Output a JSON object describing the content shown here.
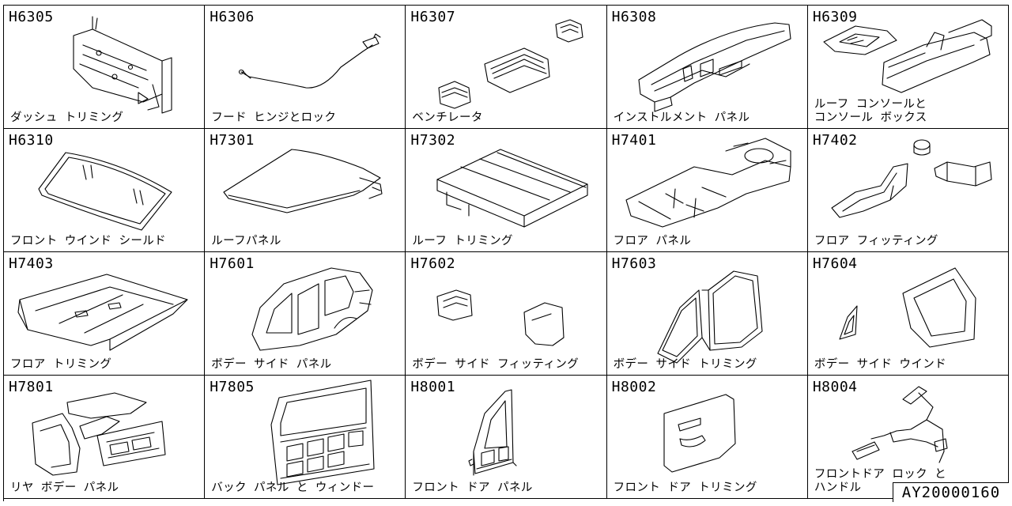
{
  "catalog_id": "AY20000160",
  "cells": [
    {
      "code": "H6305",
      "label": "ダッシュ トリミング",
      "icon": "dash-panel-illustration"
    },
    {
      "code": "H6306",
      "label": "フード ヒンジとロック",
      "icon": "hood-cable-illustration"
    },
    {
      "code": "H6307",
      "label": "ベンチレータ",
      "icon": "ventilator-illustration"
    },
    {
      "code": "H6308",
      "label": "インストルメント パネル",
      "icon": "instrument-panel-illustration"
    },
    {
      "code": "H6309",
      "label": "ルーフ コンソールと\n コンソール ボックス",
      "icon": "console-box-illustration"
    },
    {
      "code": "H6310",
      "label": "フロント ウインド シールド",
      "icon": "windshield-illustration"
    },
    {
      "code": "H7301",
      "label": "ルーフパネル",
      "icon": "roof-panel-illustration"
    },
    {
      "code": "H7302",
      "label": "ルーフ トリミング",
      "icon": "roof-trim-illustration"
    },
    {
      "code": "H7401",
      "label": "フロア パネル",
      "icon": "floor-panel-illustration"
    },
    {
      "code": "H7402",
      "label": "フロア フィッティング",
      "icon": "floor-fitting-illustration"
    },
    {
      "code": "H7403",
      "label": "フロア トリミング",
      "icon": "floor-trim-illustration"
    },
    {
      "code": "H7601",
      "label": "ボデー サイド パネル",
      "icon": "body-side-panel-illustration"
    },
    {
      "code": "H7602",
      "label": "ボデー サイド フィッティング",
      "icon": "body-side-fitting-illustration"
    },
    {
      "code": "H7603",
      "label": "ボデー サイド トリミング",
      "icon": "body-side-trim-illustration"
    },
    {
      "code": "H7604",
      "label": "ボデー サイド ウインド",
      "icon": "body-side-window-illustration"
    },
    {
      "code": "H7801",
      "label": "リヤ ボデー パネル",
      "icon": "rear-body-panel-illustration"
    },
    {
      "code": "H7805",
      "label": "バック パネル と ウィンドー",
      "icon": "back-door-illustration"
    },
    {
      "code": "H8001",
      "label": "フロント ドア パネル",
      "icon": "front-door-panel-illustration"
    },
    {
      "code": "H8002",
      "label": "フロント ドア トリミング",
      "icon": "door-trim-illustration"
    },
    {
      "code": "H8004",
      "label": "フロントドア ロック と\nハンドル",
      "icon": "door-lock-illustration"
    }
  ]
}
